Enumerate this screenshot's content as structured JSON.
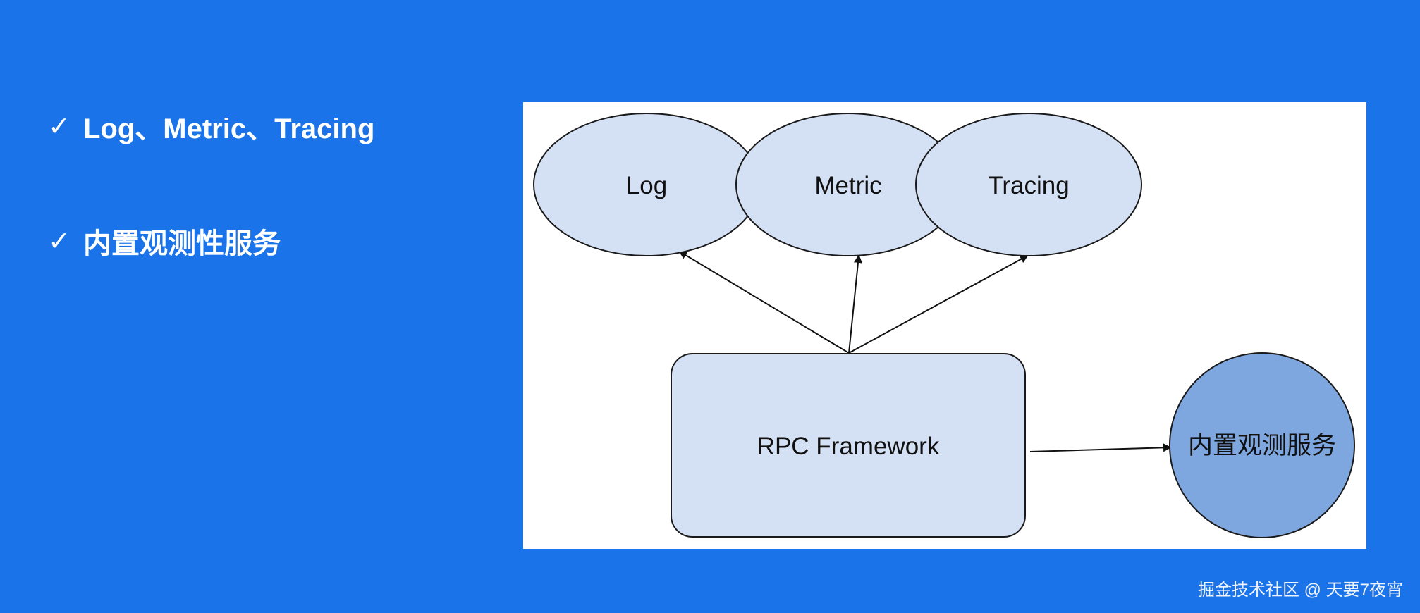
{
  "bullets": [
    {
      "check": "✓",
      "text": "Log、Metric、Tracing"
    },
    {
      "check": "✓",
      "text": "内置观测性服务"
    }
  ],
  "diagram": {
    "nodes": {
      "log": "Log",
      "metric": "Metric",
      "tracing": "Tracing",
      "framework": "RPC Framework",
      "service": "内置观测服务"
    },
    "colors": {
      "light_fill": "#d4e0f4",
      "dark_fill": "#7ea6df",
      "stroke": "#1a1a1a"
    }
  },
  "footer": {
    "text": "掘金技术社区 @ 天要7夜宵"
  }
}
